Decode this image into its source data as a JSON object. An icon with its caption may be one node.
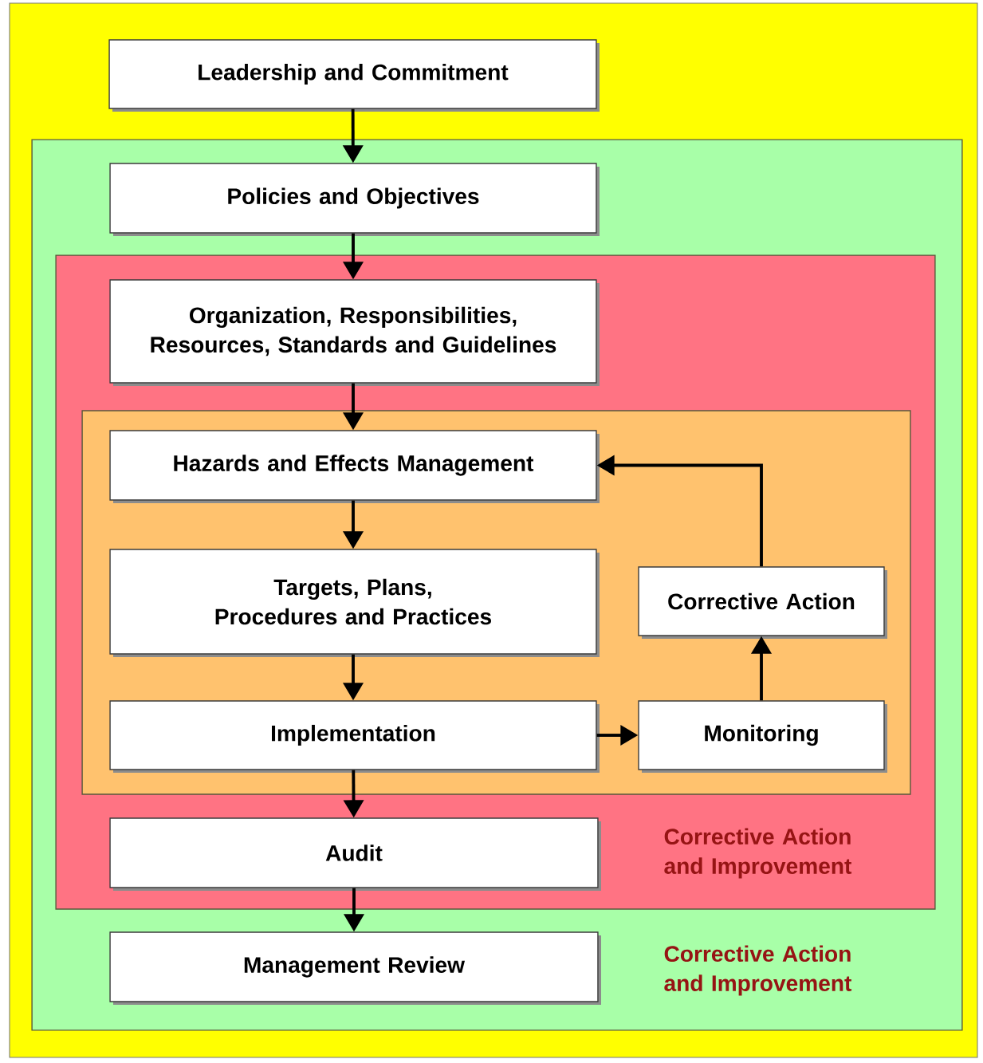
{
  "diagram": {
    "nodes": [
      {
        "text": [
          "Leadership and Commitment"
        ]
      },
      {
        "text": [
          "Corrective Action and Improvement"
        ]
      },
      {
        "text": [
          "Policies and Objectives"
        ],
        "in": 1
      },
      {
        "text": [
          "Corrective Action and Improvement"
        ],
        "in": 1
      },
      {
        "text": [
          "Organization, Responsibilities, Resources, Standards and Guidelines"
        ],
        "in": 3
      },
      {
        "text": [],
        "shape": "box",
        "in": 3
      },
      {
        "text": [
          "Hazards and Effects Management"
        ],
        "in": 5
      },
      {
        "text": [
          "Targets, Plans, Procedures and Practices"
        ],
        "in": 5
      },
      {
        "text": [
          "Implementation"
        ],
        "in": 5
      },
      {
        "text": [
          "Monitoring"
        ],
        "in": 5
      },
      {
        "text": [
          "Corrective Action"
        ],
        "in": 5
      },
      {
        "text": [
          "Audit"
        ],
        "in": 3
      },
      {
        "text": [
          "Management Review"
        ],
        "in": 1
      }
    ],
    "edges": [
      {
        "from": 0,
        "to": 2,
        "arrow": "to"
      },
      {
        "from": 2,
        "to": 4,
        "arrow": "to"
      },
      {
        "from": 4,
        "to": 6,
        "arrow": "to"
      },
      {
        "from": 6,
        "to": 7,
        "arrow": "to"
      },
      {
        "from": 7,
        "to": 8,
        "arrow": "to"
      },
      {
        "from": 8,
        "to": 9,
        "arrow": "to"
      },
      {
        "from": 9,
        "to": 10,
        "arrow": "to"
      },
      {
        "from": 10,
        "to": 6,
        "arrow": "to"
      },
      {
        "from": 8,
        "to": 11,
        "arrow": "to"
      },
      {
        "from": 11,
        "to": 12,
        "arrow": "to"
      }
    ]
  }
}
